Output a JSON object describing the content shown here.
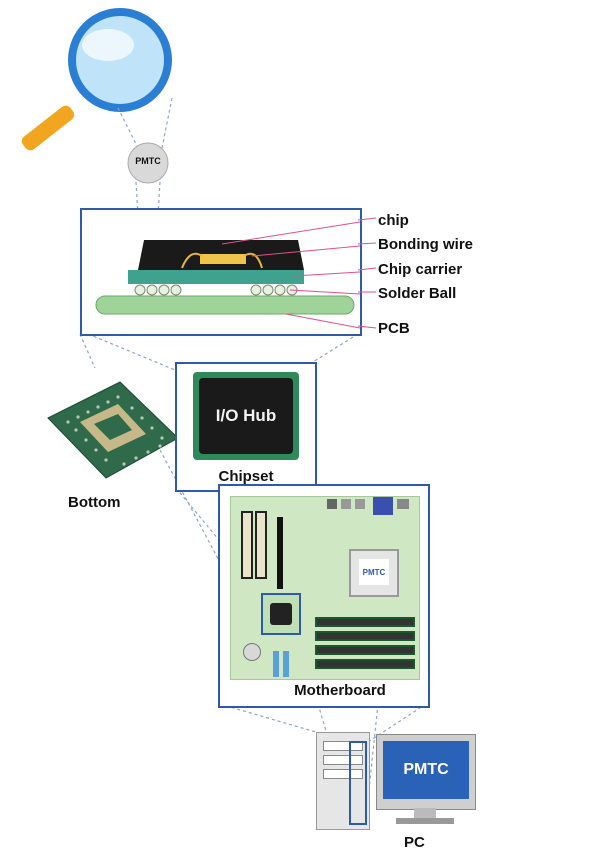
{
  "magnifier": {
    "badge": "PMTC"
  },
  "package_view": {
    "callouts": [
      "chip",
      "Bonding wire",
      "Chip carrier",
      "Solder Ball",
      "PCB"
    ]
  },
  "bottom_chip": {
    "label": "Bottom"
  },
  "chipset_view": {
    "chip_text": "I/O Hub",
    "label": "Chipset"
  },
  "motherboard_view": {
    "label": "Motherboard",
    "chip_logo": "PMTC"
  },
  "pc_view": {
    "label": "PC",
    "monitor_logo": "PMTC"
  },
  "colors": {
    "frame": "#2f5aa8",
    "pcb_green": "#9fd39a",
    "board_green": "#cfe8c3",
    "callout_pink": "#e0508a"
  }
}
